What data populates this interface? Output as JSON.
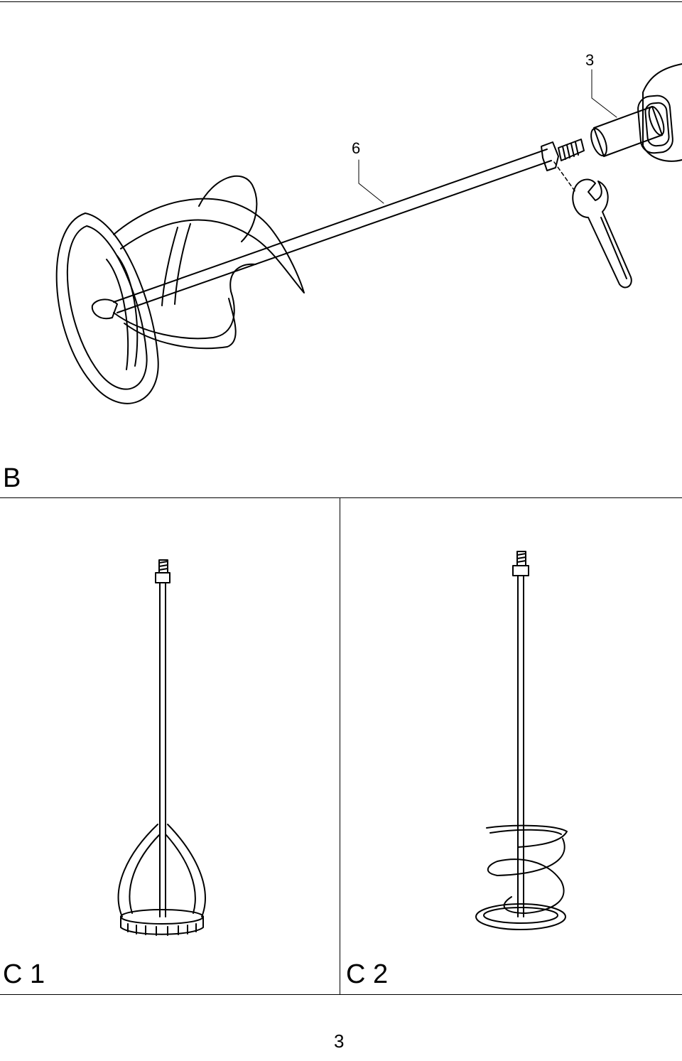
{
  "figure_b": {
    "callout_shaft": "6",
    "callout_chuck": "3",
    "panel_label": "B"
  },
  "figure_c1": {
    "panel_label": "C 1"
  },
  "figure_c2": {
    "panel_label": "C 2"
  },
  "page": {
    "number": "3"
  }
}
